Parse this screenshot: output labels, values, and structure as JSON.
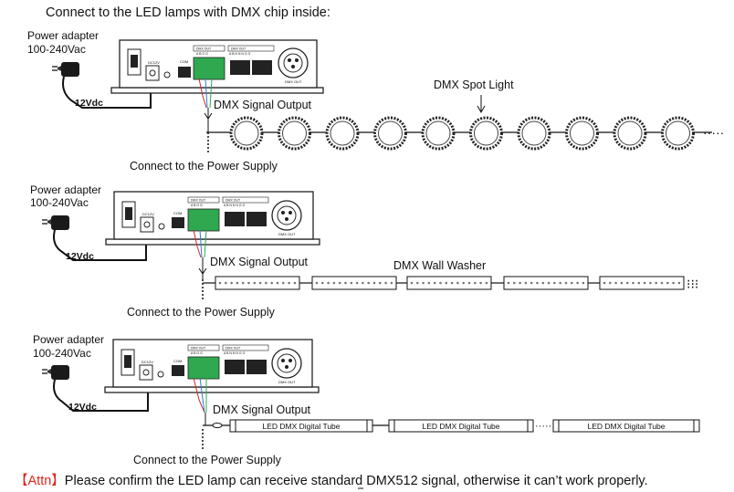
{
  "header": {
    "title": "Connect to the LED lamps with DMX chip inside:"
  },
  "controller": {
    "port_dmx_out_a": "DMX OUT",
    "port_dmx_out_a_pins": "A  B  G  G",
    "port_dmx_out_b": "DMX OUT",
    "port_dmx_out_b_pins": "A B N N N G G",
    "dc_label": "DC12V",
    "com_label": "COM",
    "xlr_label": "DMX OUT"
  },
  "sections": [
    {
      "adapter_label_1": "Power adapter",
      "adapter_label_2": "100-240Vac",
      "voltage": "12Vdc",
      "signal_label": "DMX Signal Output",
      "device_label": "DMX Spot Light",
      "power_label": "Connect to the Power Supply"
    },
    {
      "adapter_label_1": "Power adapter",
      "adapter_label_2": "100-240Vac",
      "voltage": "12Vdc",
      "signal_label": "DMX Signal Output",
      "device_label": "DMX Wall Washer",
      "power_label": "Connect to the Power Supply"
    },
    {
      "adapter_label_1": "Power adapter",
      "adapter_label_2": "100-240Vac",
      "voltage": "12Vdc",
      "signal_label": "DMX Signal Output",
      "tube_labels": [
        "LED DMX Digital Tube",
        "LED DMX Digital Tube",
        "LED DMX Digital Tube"
      ],
      "power_label": "Connect to the Power Supply"
    }
  ],
  "footer": {
    "attn_tag": "【Attn】",
    "attn_text": "Please confirm the LED lamp can receive standard DMX512 signal, otherwise it can’t work properly."
  }
}
